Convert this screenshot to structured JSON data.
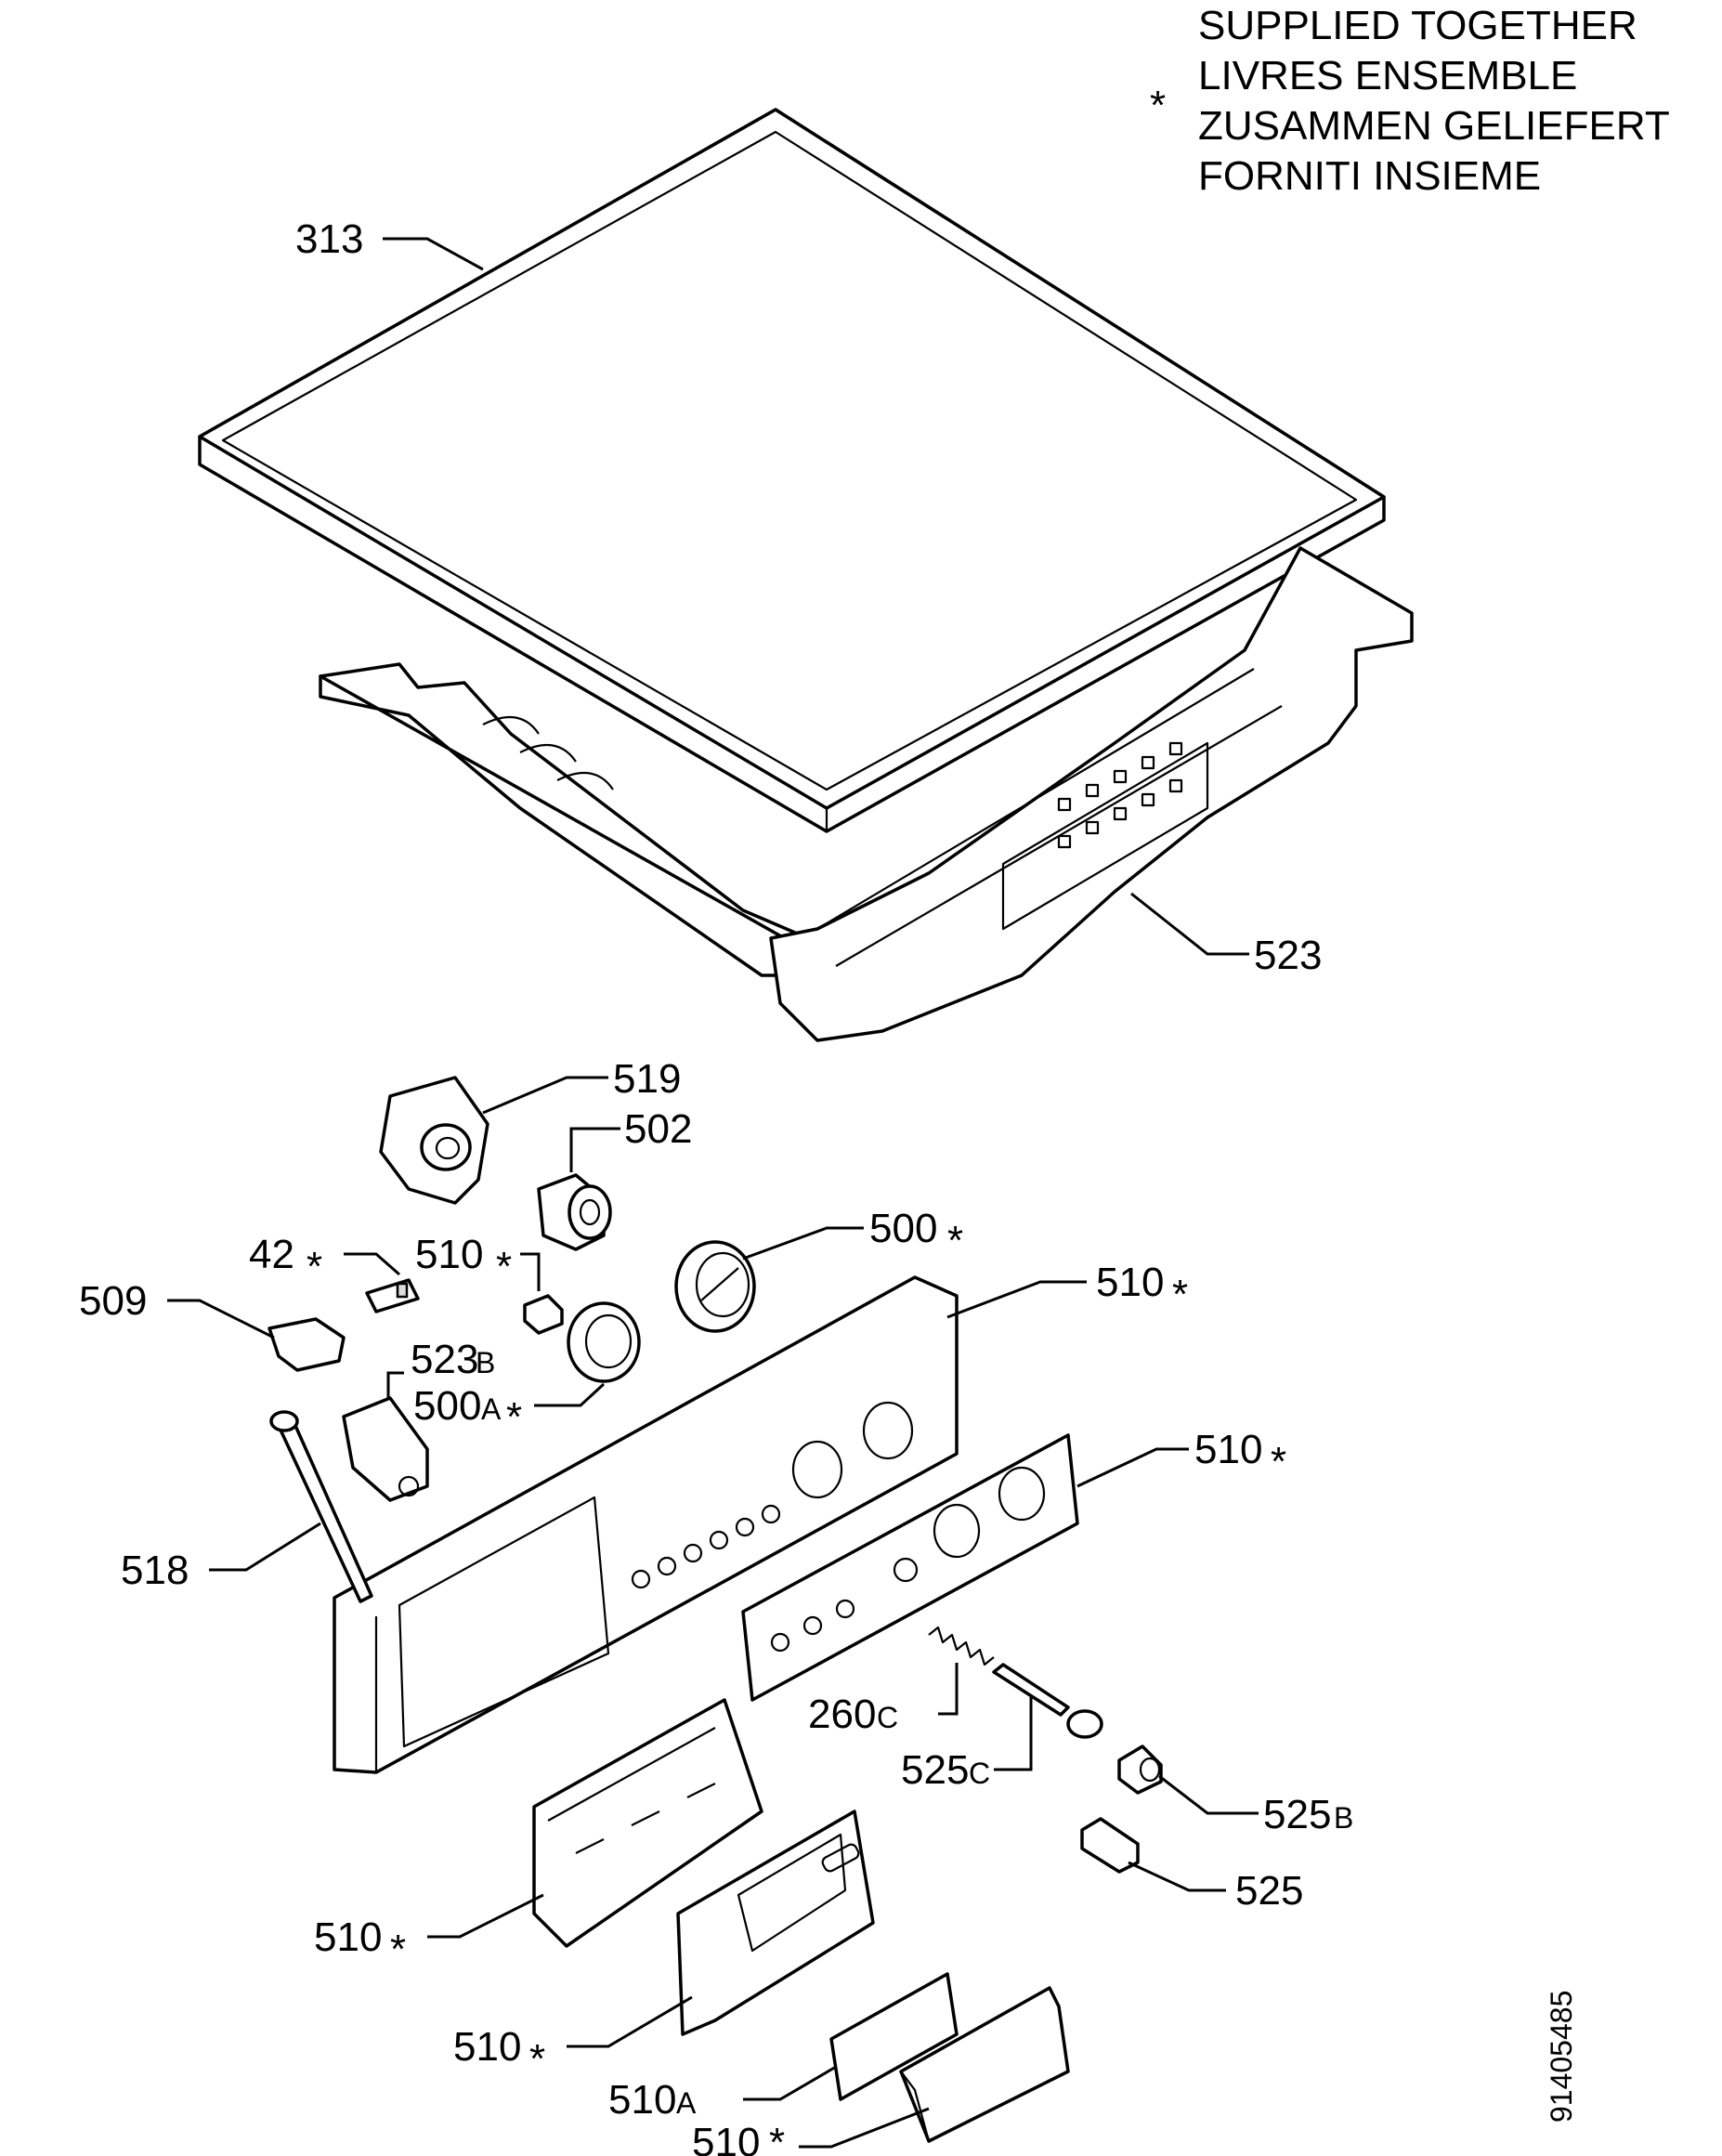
{
  "legend": {
    "marker": "*",
    "lines": [
      "SUPPLIED TOGETHER",
      "LIVRES ENSEMBLE",
      "ZUSAMMEN GELIEFERT",
      "FORNITI INSIEME"
    ]
  },
  "labels": {
    "p313": "313",
    "p523": "523",
    "p519": "519",
    "p502": "502",
    "p500": "500",
    "p42": "42",
    "p510_knob": "510",
    "p510_panel": "510",
    "p509": "509",
    "p523b": "523",
    "p523b_suffix": "B",
    "p500a": "500",
    "p500a_suffix": "A",
    "p510_plate": "510",
    "p518": "518",
    "p260c": "260",
    "p260c_suffix": "C",
    "p525c": "525",
    "p525c_suffix": "C",
    "p525b": "525",
    "p525b_suffix": "B",
    "p525": "525",
    "p510_drawer": "510",
    "p510_front": "510",
    "p510a": "510",
    "p510a_suffix": "A",
    "p510_handle": "510",
    "star": "*"
  },
  "drawing_number": "91405485"
}
